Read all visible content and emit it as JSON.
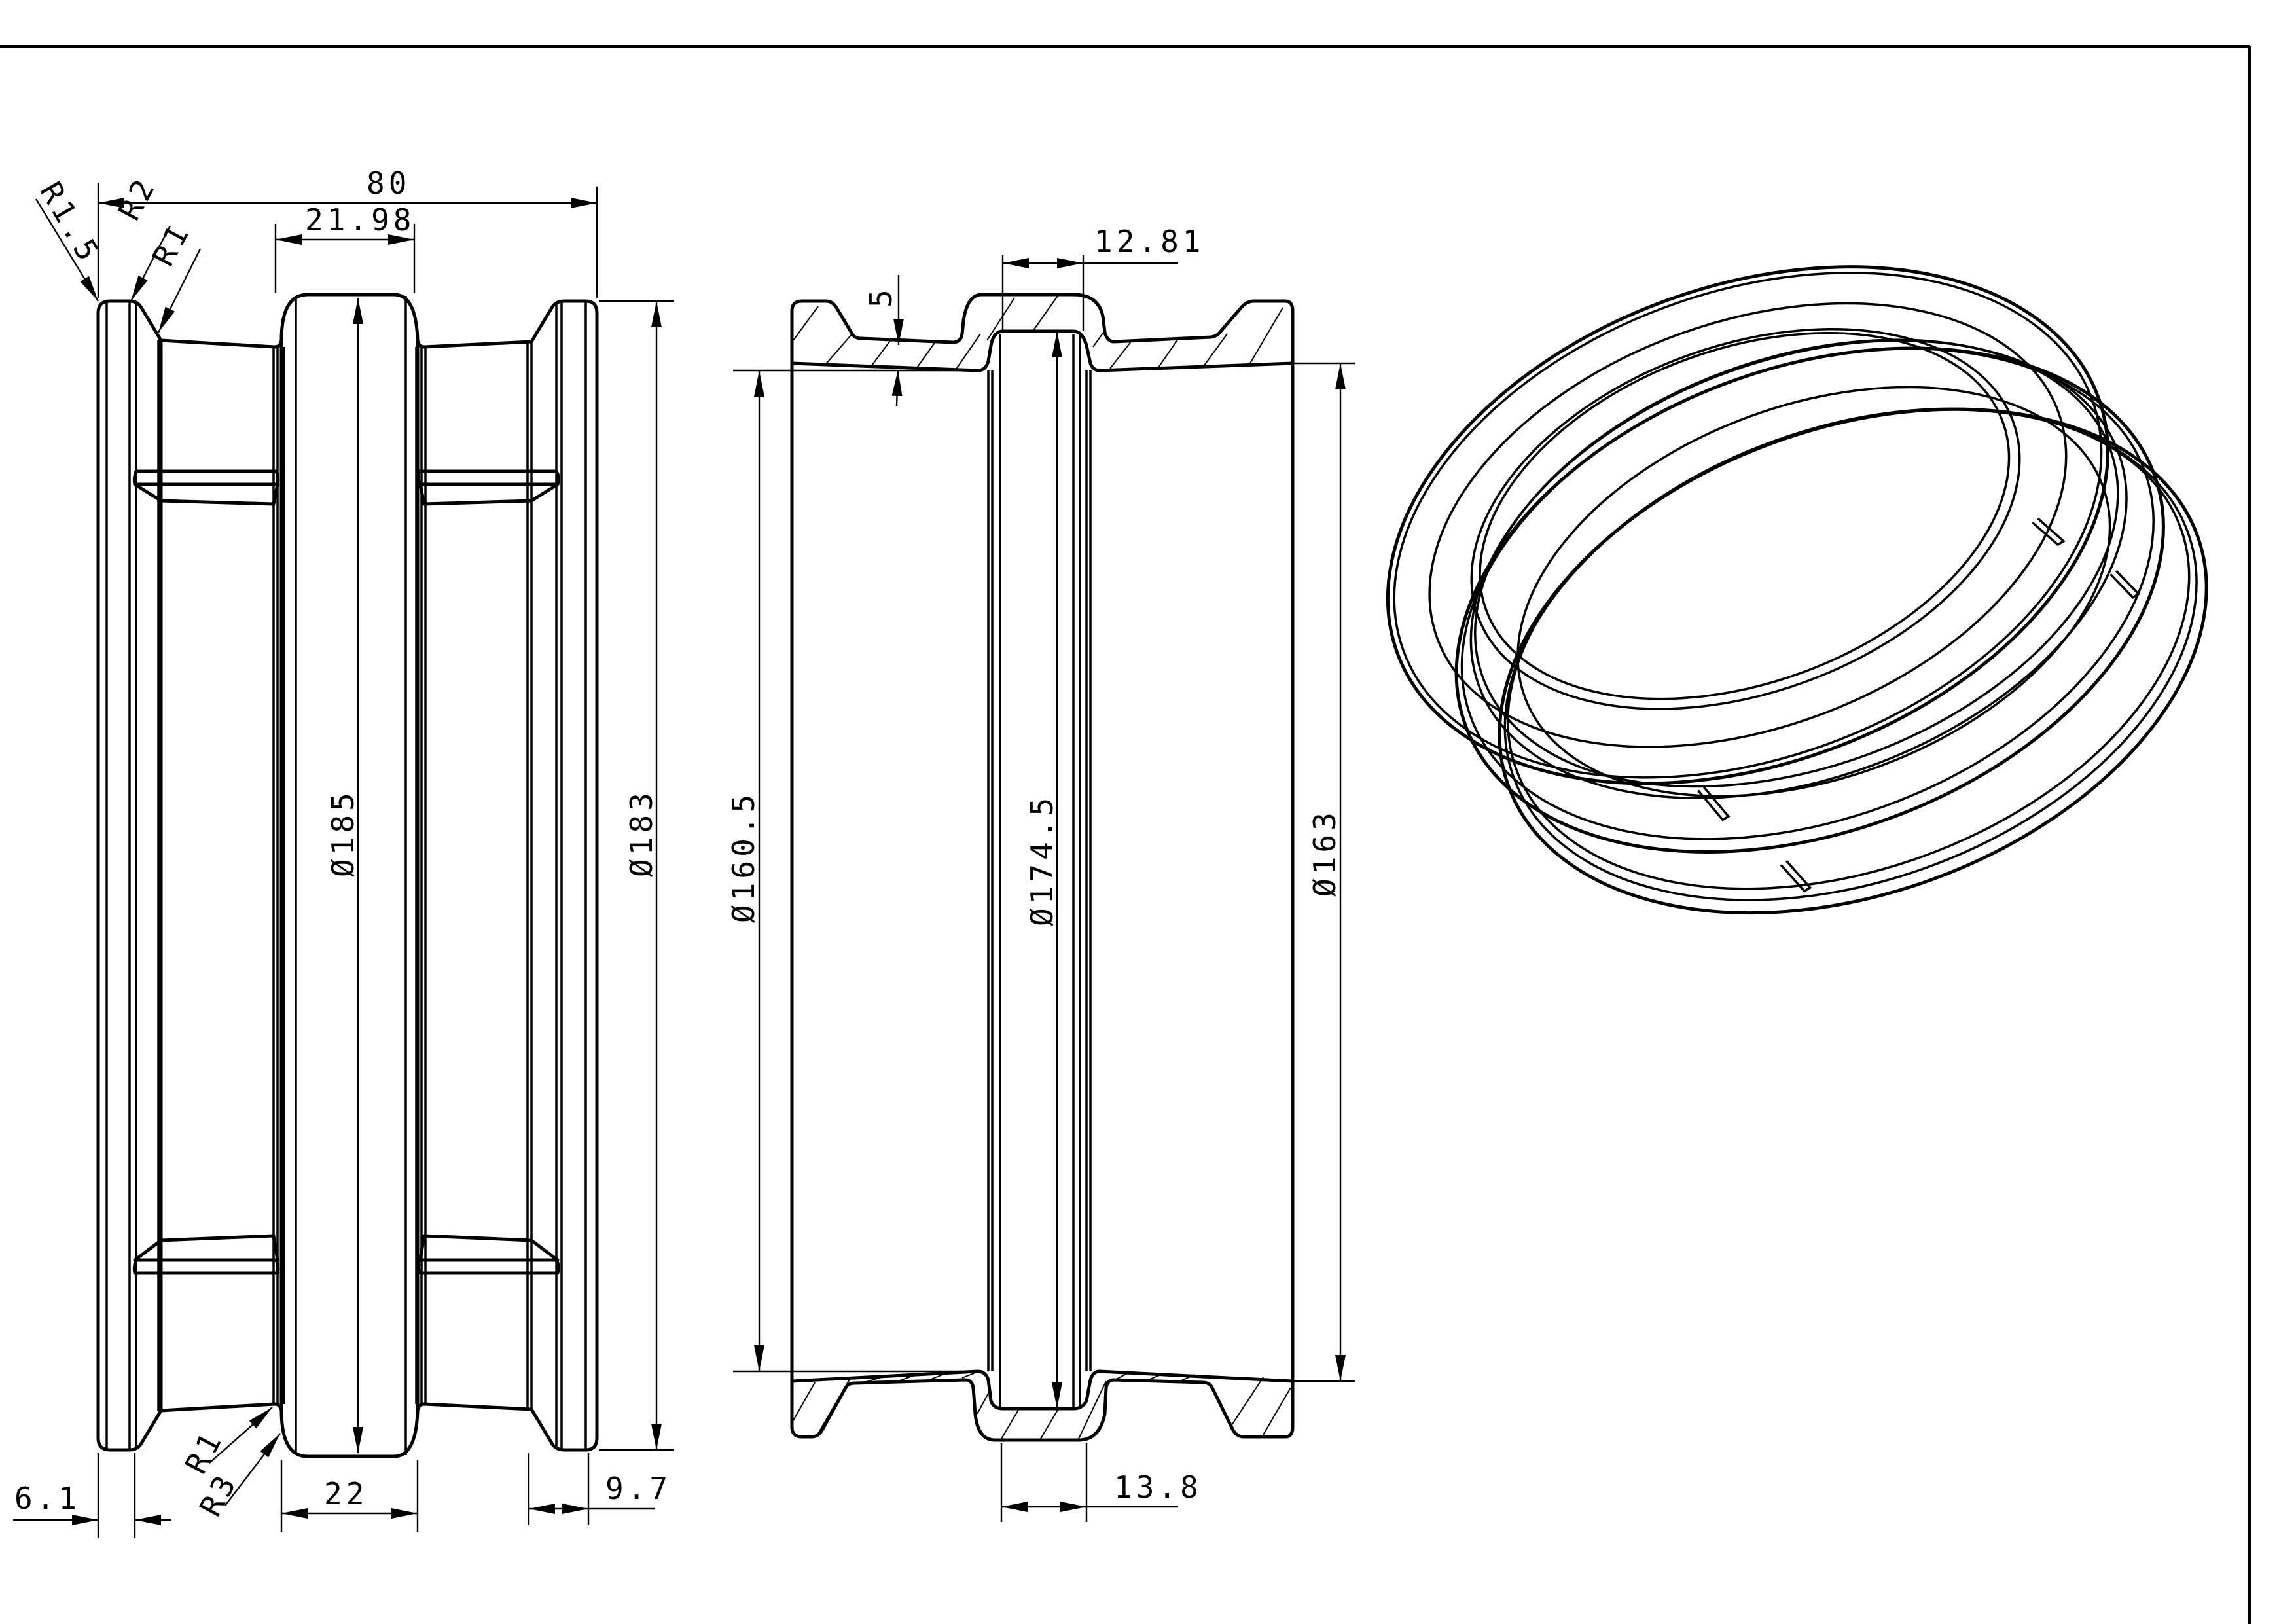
{
  "drawing": {
    "type": "engineering-drawing",
    "subject": "ring / sleeve part with flanges and ribs",
    "views": [
      {
        "id": "front-view",
        "label": "Front (elevation) view"
      },
      {
        "id": "section-view",
        "label": "Cross-section view (hatched)"
      },
      {
        "id": "isometric-view",
        "label": "3D isometric view"
      }
    ],
    "frame": {
      "stroke": "#000000",
      "background": "#ffffff"
    }
  },
  "front_view": {
    "dimensions": {
      "overall_width": "80",
      "center_band_top": "21.98",
      "center_band_bottom": "22",
      "left_flange": "6.1",
      "right_flange": "9.7",
      "dia_center": "Ø185",
      "dia_flange": "Ø183"
    },
    "radii": {
      "r_top_1": "R1.5",
      "r_top_2": "R2",
      "r_top_3": "R1",
      "r_bottom_1": "R1",
      "r_bottom_2": "R3"
    }
  },
  "section_view": {
    "dimensions": {
      "groove_width_top": "12.81",
      "groove_width_bottom": "13.8",
      "wall_thickness": "5",
      "dia_left_bore": "Ø160.5",
      "dia_groove": "Ø174.5",
      "dia_right_bore": "Ø163"
    }
  }
}
